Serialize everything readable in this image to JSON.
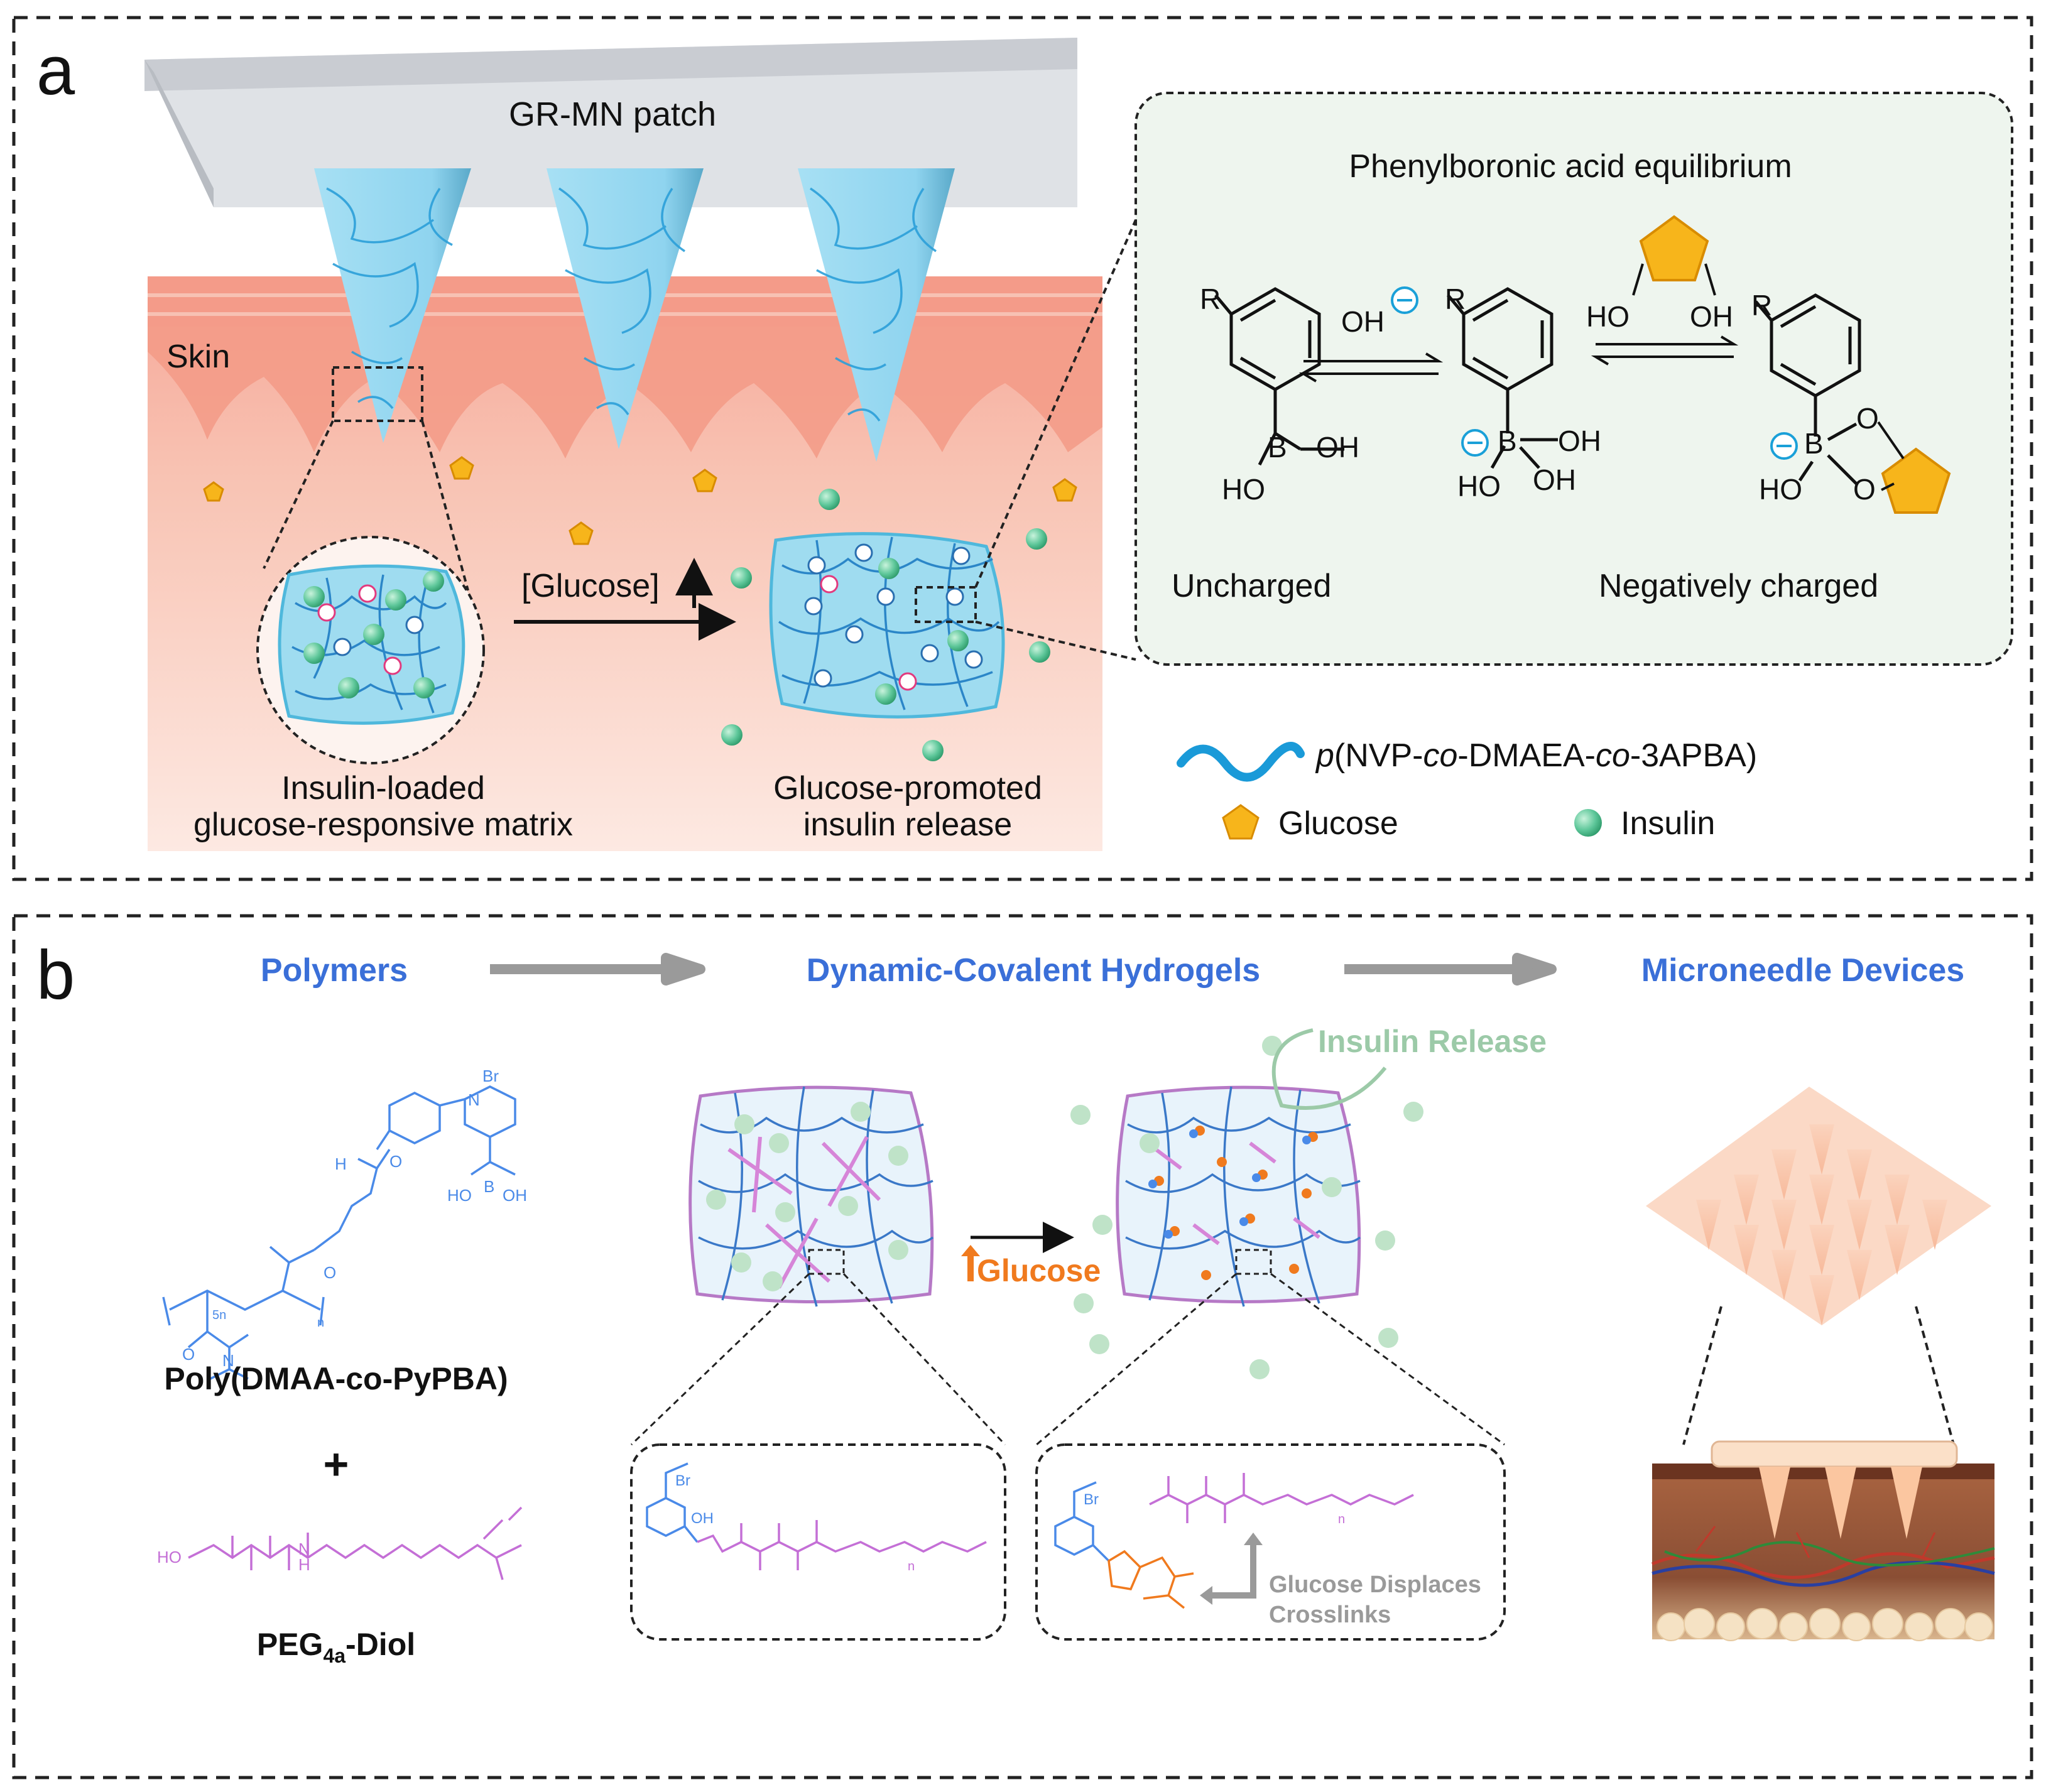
{
  "panel_a": {
    "letter": "a",
    "patch_label": "GR-MN patch",
    "skin_label": "Skin",
    "glucose_arrow_label": "[Glucose]",
    "left_matrix_caption": [
      "Insulin-loaded",
      "glucose-responsive matrix"
    ],
    "right_matrix_caption": [
      "Glucose-promoted",
      "insulin release"
    ],
    "inset": {
      "title": "Phenylboronic acid equilibrium",
      "oh_label": "OH",
      "ho_label": "HO",
      "r_label": "R",
      "b_label": "B",
      "o_label": "O",
      "uncharged_label": "Uncharged",
      "charged_label": "Negatively charged"
    },
    "legend": {
      "polymer_prefix": "p",
      "polymer_label": "(NVP-",
      "polymer_co1": "co",
      "polymer_mid": "-DMAEA-",
      "polymer_co2": "co",
      "polymer_end": "-3APBA)",
      "glucose": "Glucose",
      "insulin": "Insulin"
    },
    "colors": {
      "matrix": "#9fdcf0",
      "glucose": "#f7b51b",
      "insulin": "#5ec79a",
      "skin": "#f4b4a0",
      "polymer": "#1a9ad8"
    }
  },
  "panel_b": {
    "letter": "b",
    "header_polymers": "Polymers",
    "header_hydrogels": "Dynamic-Covalent Hydrogels",
    "header_devices": "Microneedle Devices",
    "polymer1_name": "Poly(DMAA-co-PyPBA)",
    "plus": "+",
    "polymer2_name_main": "PEG",
    "polymer2_name_sub": "4a",
    "polymer2_name_end": "-Diol",
    "glucose_trigger": "Glucose",
    "insulin_release": "Insulin Release",
    "displace_text": [
      "Glucose Displaces",
      "Crosslinks"
    ],
    "chem_labels": {
      "br": "Br",
      "n": "N",
      "b": "B",
      "oh": "OH",
      "ho": "HO",
      "h": "H",
      "o": "O",
      "n_index": "n",
      "fivehundred": "5n"
    },
    "colors": {
      "header": "#3a6fd8",
      "polymer1": "#4a8ae8",
      "peg": "#c46fd6",
      "glucose": "#f07a1e",
      "insulin_release": "#9ccaa8",
      "needle": "#f9c6a8"
    }
  }
}
